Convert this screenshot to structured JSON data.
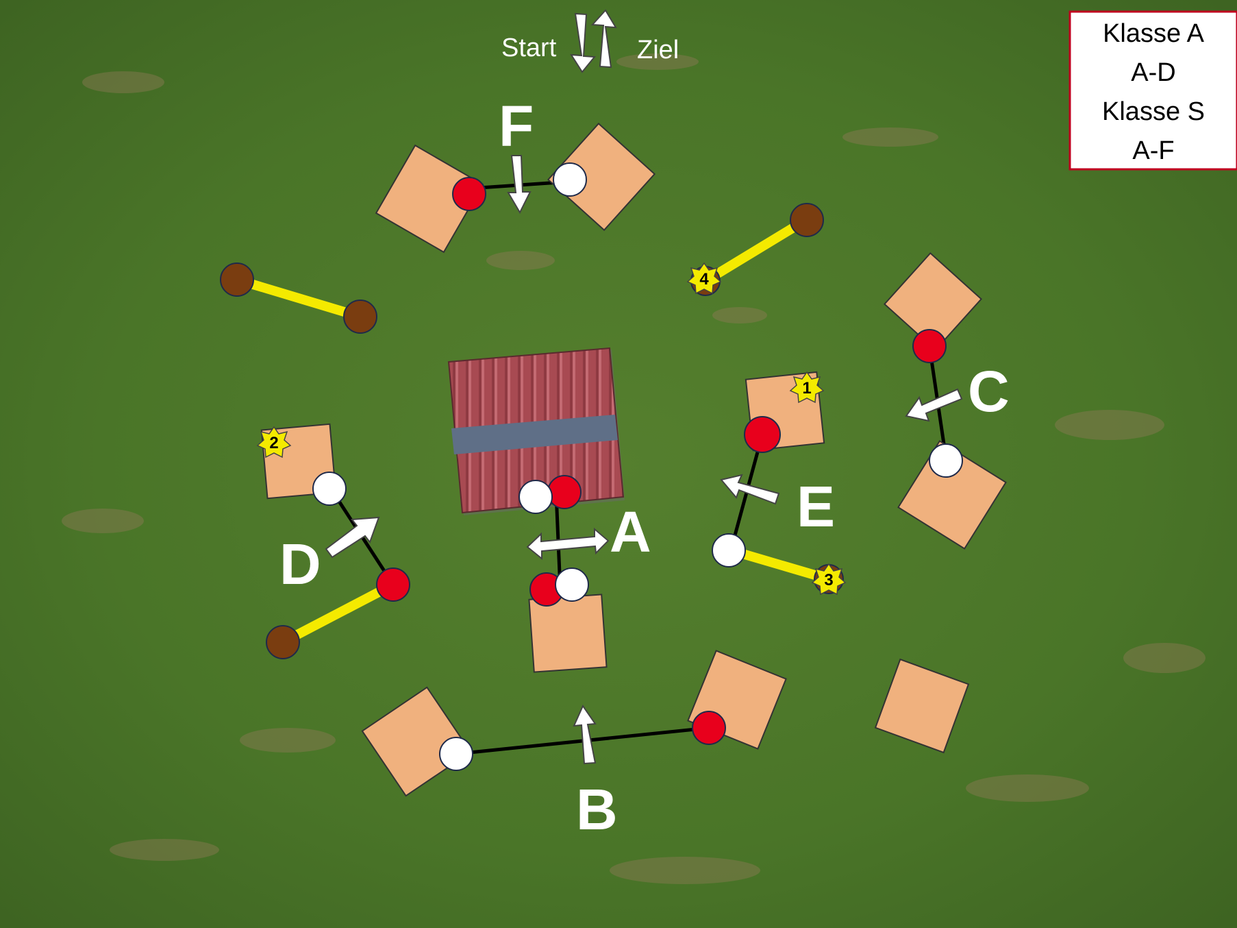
{
  "header": {
    "start_label": "Start",
    "finish_label": "Ziel"
  },
  "legend": {
    "lines": [
      "Klasse A",
      "A-D",
      "Klasse S",
      "A-F"
    ],
    "border_color": "#c0001f"
  },
  "stations": {
    "a": "A",
    "b": "B",
    "c": "C",
    "d": "D",
    "e": "E",
    "f": "F"
  },
  "numbered_markers": [
    "1",
    "2",
    "3",
    "4"
  ],
  "colors": {
    "grass": "#4f7a2c",
    "box_fill": "#f0b17e",
    "red_cone": "#e8001c",
    "white_cone": "#ffffff",
    "brown_post": "#7a3d10",
    "yellow_bar": "#f4ea00",
    "roof": "#a8464f",
    "roof_ridge": "#5f6f87",
    "star": "#f4ea00"
  },
  "icons": [
    "arrow-icon",
    "double-arrow-icon",
    "star-marker-icon"
  ]
}
